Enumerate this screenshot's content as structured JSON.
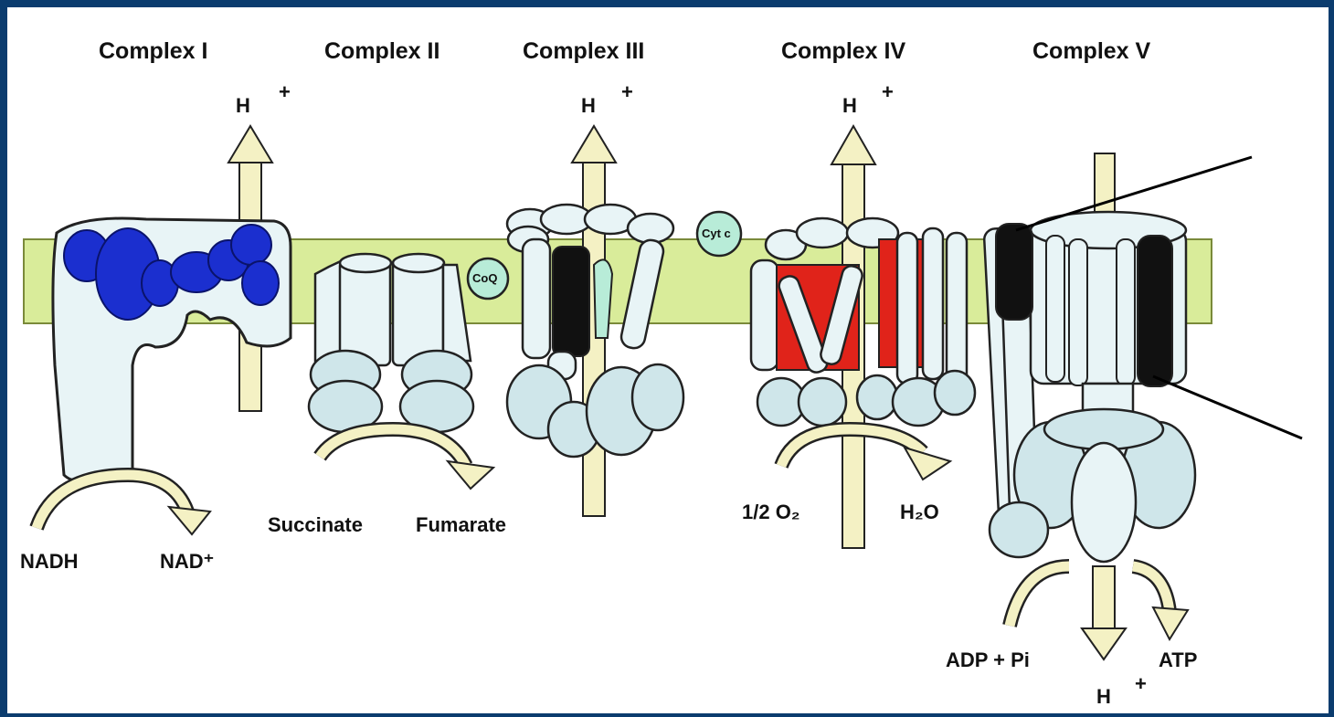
{
  "complexes": {
    "c1": "Complex I",
    "c2": "Complex II",
    "c3": "Complex III",
    "c4": "Complex IV",
    "c5": "Complex V"
  },
  "protons": {
    "h": "H",
    "plus": "+"
  },
  "carriers": {
    "coq": "CoQ",
    "cytc": "Cyt c"
  },
  "substrates": {
    "nadh": "NADH",
    "nad": "NAD⁺",
    "succinate": "Succinate",
    "fumarate": "Fumarate",
    "o2": "1/2 O₂",
    "h2o": "H₂O",
    "adp": "ADP + Pi",
    "atp": "ATP"
  },
  "colors": {
    "border": "#0b3c6e",
    "membrane": "#d9ec9a",
    "protein": "#e8f4f6",
    "arrow": "#f4f1c4",
    "blue": "#1b2fcf",
    "red": "#e0231a",
    "green": "#b8ecd8"
  }
}
